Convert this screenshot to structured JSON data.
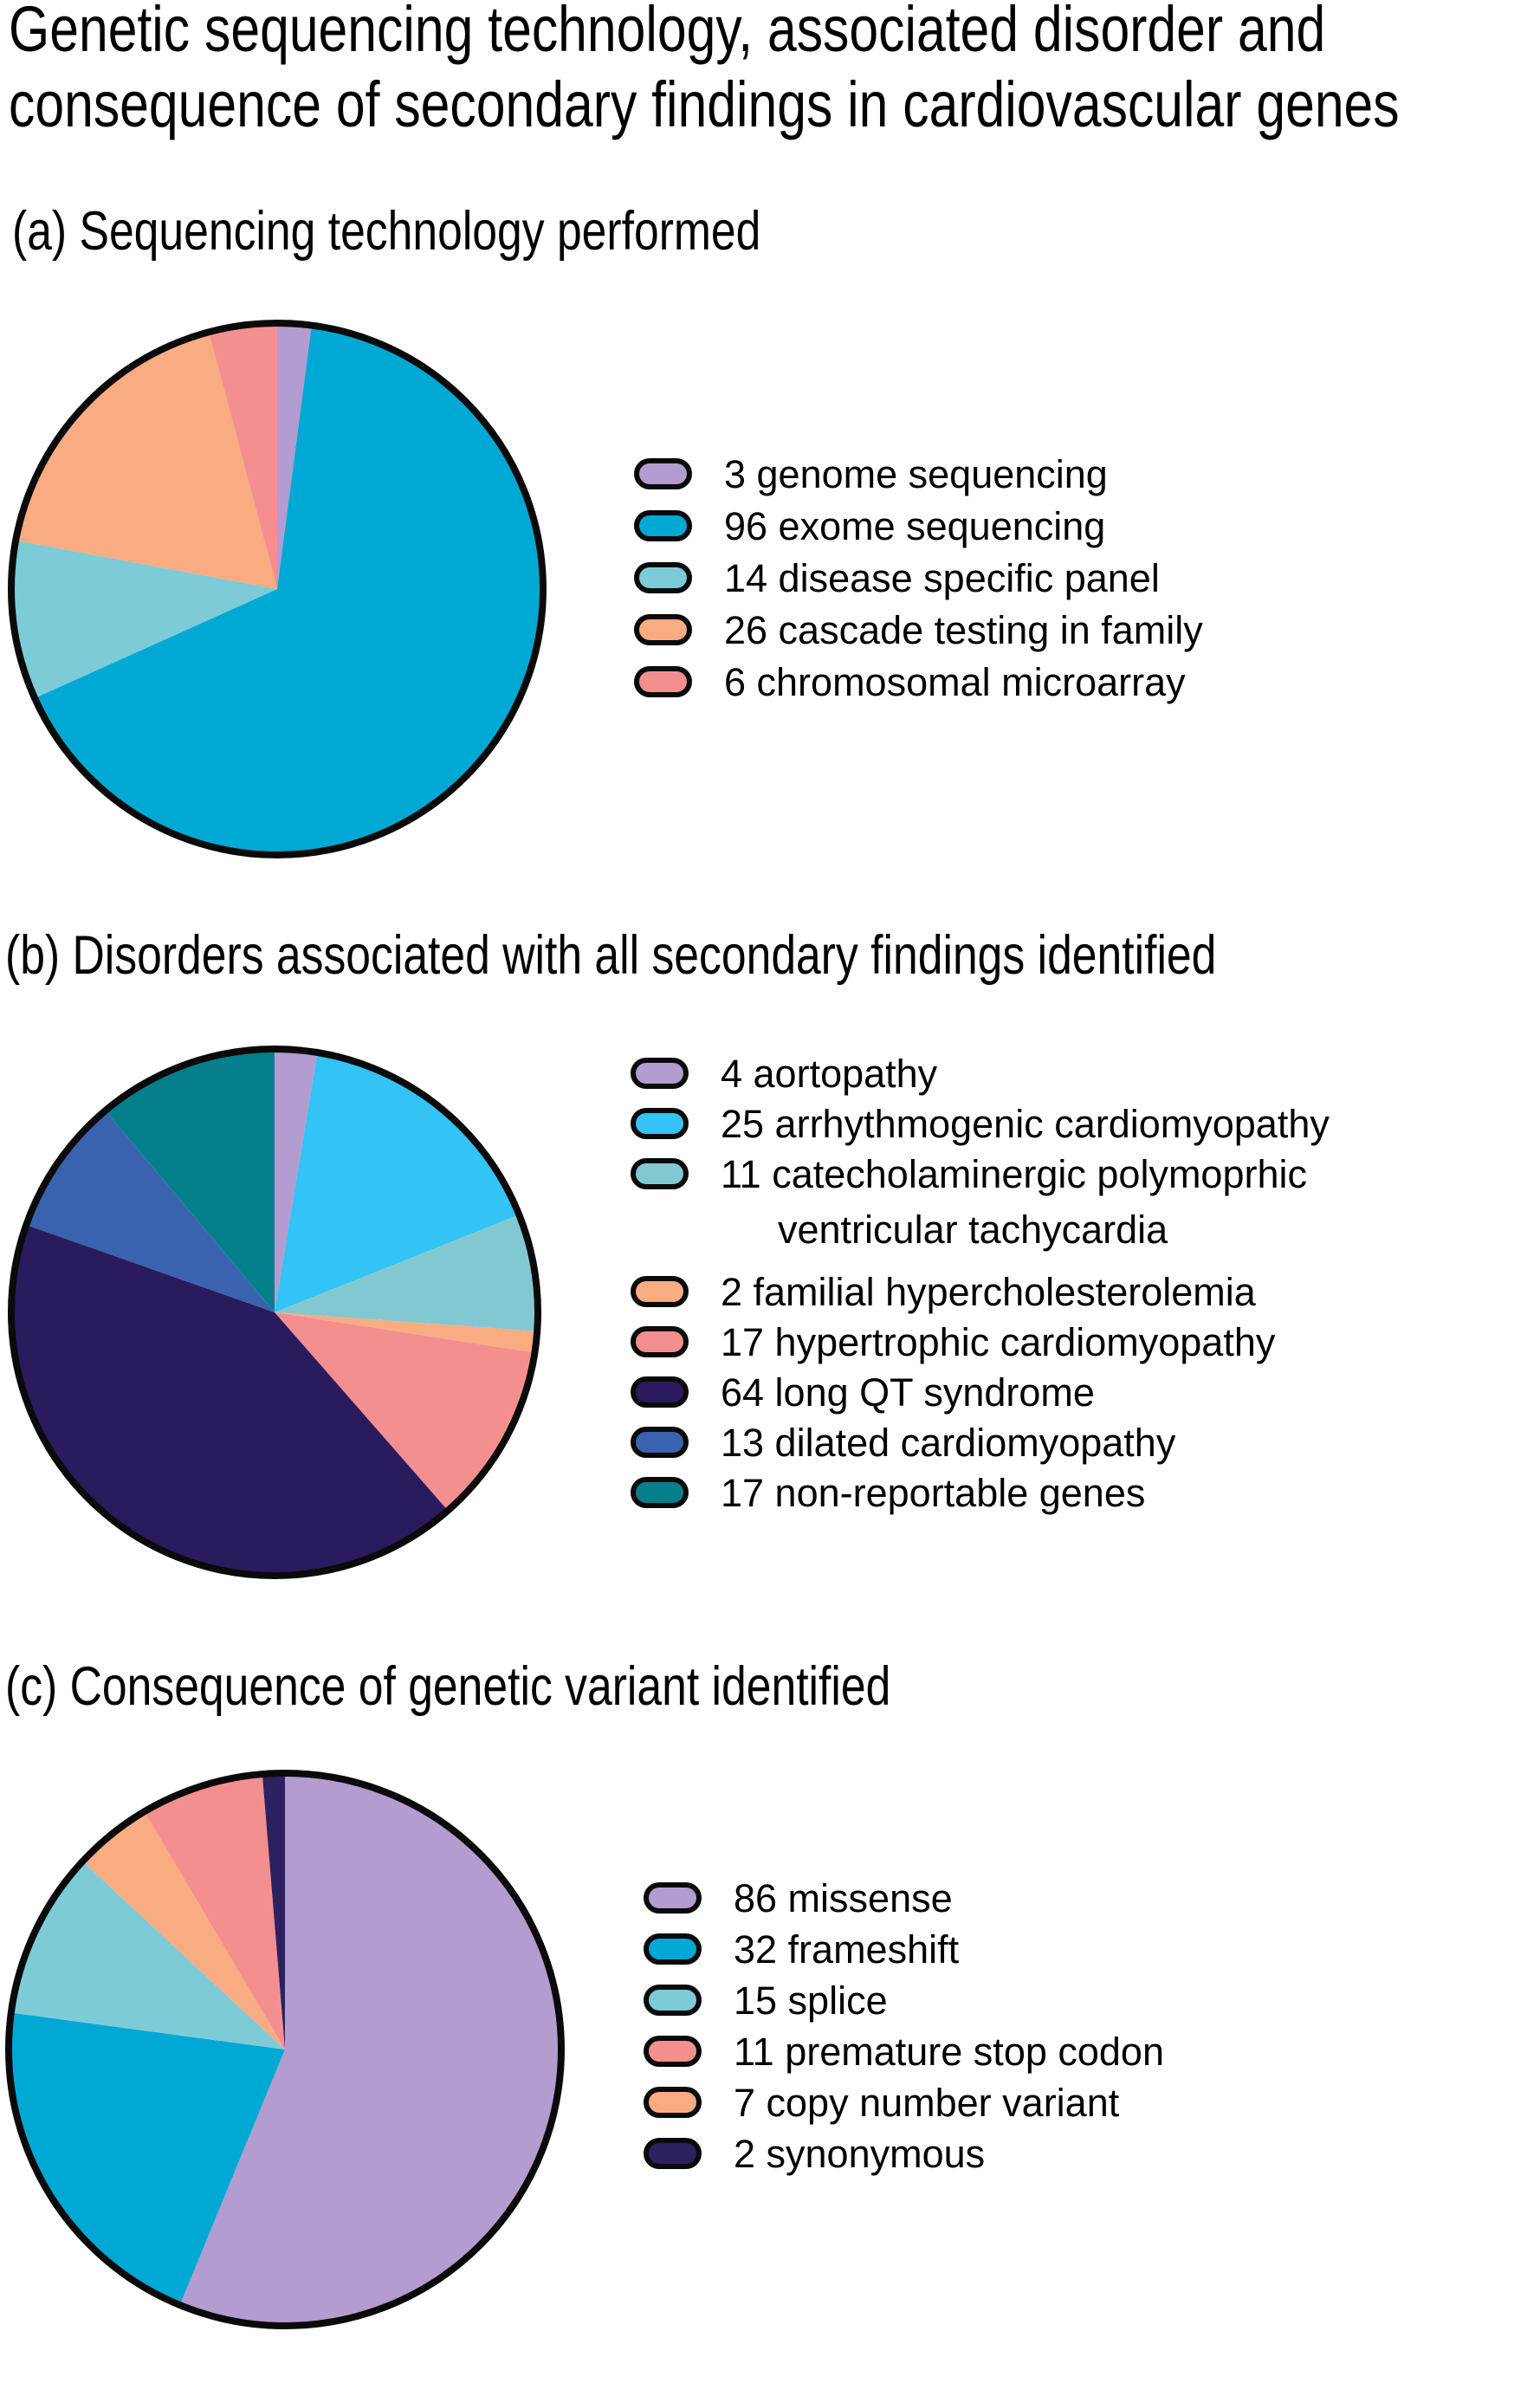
{
  "title": {
    "line1": "Genetic sequencing technology, associated disorder and",
    "line2": "consequence of secondary findings in cardiovascular genes"
  },
  "chart_data": [
    {
      "type": "pie",
      "title": "(a) Sequencing technology performed",
      "total": 145,
      "start_angle_deg": 0,
      "direction": "clockwise",
      "legend_position": "right",
      "outline_color": "#0a0a0a",
      "slices": [
        {
          "label": "genome sequencing",
          "value": 3,
          "color": "#b29cd0"
        },
        {
          "label": "exome sequencing",
          "value": 96,
          "color": "#00a9d4"
        },
        {
          "label": "disease specific panel",
          "value": 14,
          "color": "#7ecbd8"
        },
        {
          "label": "cascade testing in family",
          "value": 26,
          "color": "#f9ab81"
        },
        {
          "label": "chromosomal microarray",
          "value": 6,
          "color": "#f48f90"
        }
      ]
    },
    {
      "type": "pie",
      "title": "(b) Disorders associated with all secondary findings identified",
      "total": 153,
      "start_angle_deg": 0,
      "direction": "clockwise",
      "legend_position": "right",
      "outline_color": "#0a0a0a",
      "slices": [
        {
          "label": "aortopathy",
          "value": 4,
          "color": "#b29cd0"
        },
        {
          "label": "arrhythmogenic cardiomyopathy",
          "value": 25,
          "color": "#33c3f4"
        },
        {
          "label": "catecholaminergic polymoprhic\nventricular tachycardia",
          "value": 11,
          "color": "#82c8d3"
        },
        {
          "label": "familial hypercholesterolemia",
          "value": 2,
          "color": "#f9ab81"
        },
        {
          "label": "hypertrophic cardiomyopathy",
          "value": 17,
          "color": "#f48f90"
        },
        {
          "label": "long QT syndrome",
          "value": 64,
          "color": "#2a1b5e"
        },
        {
          "label": "dilated cardiomyopathy",
          "value": 13,
          "color": "#3a63af"
        },
        {
          "label": "non-reportable genes",
          "value": 17,
          "color": "#057f8c"
        }
      ]
    },
    {
      "type": "pie",
      "title": "(c) Consequence of genetic variant identified",
      "total": 153,
      "start_angle_deg": 0,
      "direction": "clockwise",
      "legend_position": "right",
      "outline_color": "#0a0a0a",
      "slices": [
        {
          "label": "missense",
          "value": 86,
          "color": "#b29cd0"
        },
        {
          "label": "frameshift",
          "value": 32,
          "color": "#00a9d4"
        },
        {
          "label": "splice",
          "value": 15,
          "color": "#7ecbd8"
        },
        {
          "label": "copy number variant",
          "value": 7,
          "color": "#f9ab81"
        },
        {
          "label": "premature stop codon",
          "value": 11,
          "color": "#f48f90"
        },
        {
          "label": "synonymous",
          "value": 2,
          "color": "#2e2160"
        }
      ],
      "legend_order": [
        0,
        1,
        2,
        4,
        3,
        5
      ]
    }
  ]
}
